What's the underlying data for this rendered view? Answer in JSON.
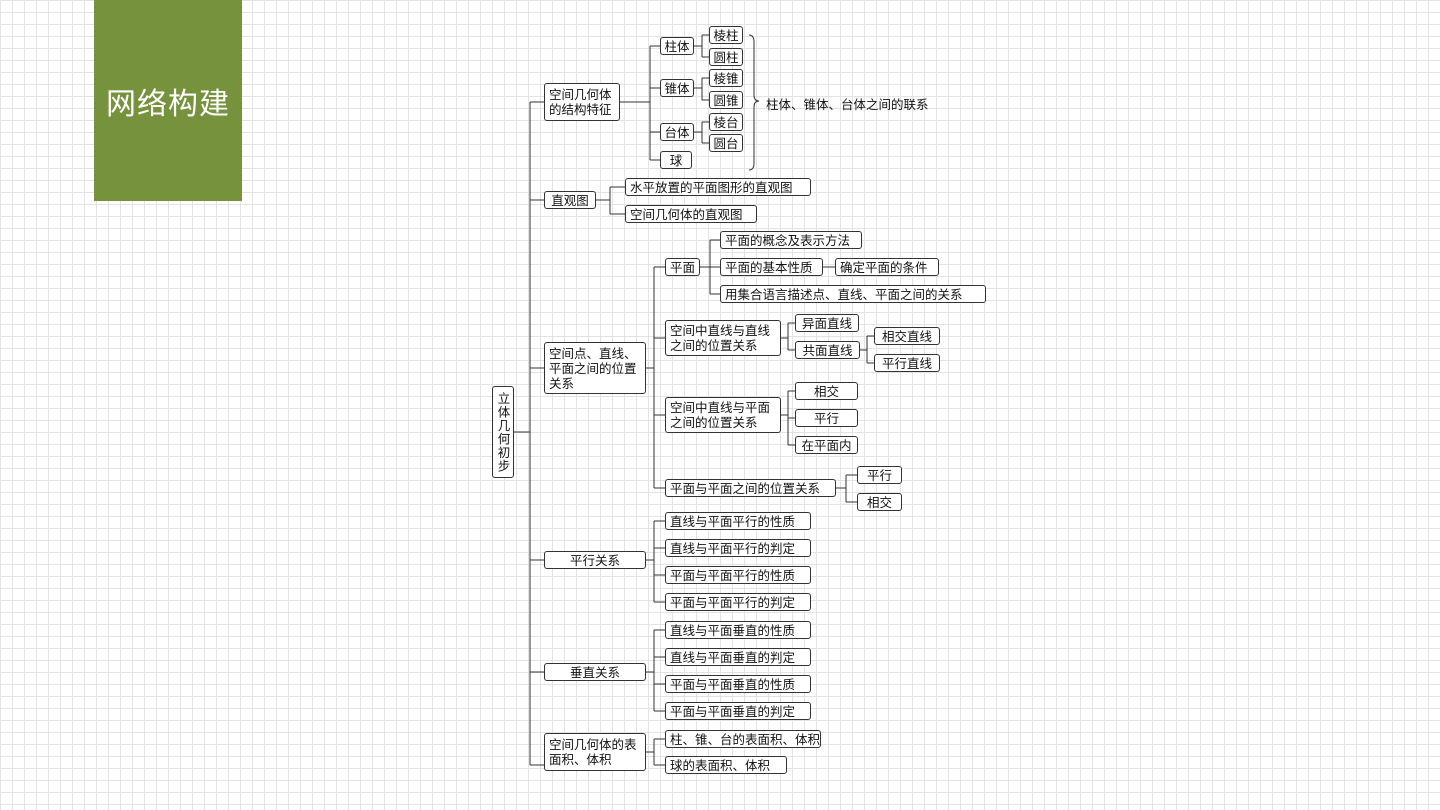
{
  "header": {
    "title": "网络构建"
  },
  "root": {
    "label": "立体几何初步"
  },
  "structure": {
    "label": "空间几何体的结构特征",
    "pillar": "柱体",
    "prism": "棱柱",
    "cylinder": "圆柱",
    "cone_group": "锥体",
    "pyramid": "棱锥",
    "cone": "圆锥",
    "frustum_group": "台体",
    "frustum_prism": "棱台",
    "frustum_cone": "圆台",
    "sphere": "球",
    "brace_note": "柱体、锥体、台体之间的联系"
  },
  "intuitive": {
    "label": "直观图",
    "items": [
      "水平放置的平面图形的直观图",
      "空间几何体的直观图"
    ]
  },
  "relations": {
    "label": "空间点、直线、平面之间的位置关系",
    "plane": {
      "label": "平面",
      "concept": "平面的概念及表示方法",
      "basic": "平面的基本性质",
      "determine": "确定平面的条件",
      "set_lang": "用集合语言描述点、直线、平面之间的关系"
    },
    "line_line": {
      "label": "空间中直线与直线之间的位置关系",
      "skew": "异面直线",
      "coplanar": "共面直线",
      "intersect": "相交直线",
      "parallel": "平行直线"
    },
    "line_plane": {
      "label": "空间中直线与平面之间的位置关系",
      "intersect": "相交",
      "parallel": "平行",
      "in_plane": "在平面内"
    },
    "plane_plane": {
      "label": "平面与平面之间的位置关系",
      "parallel": "平行",
      "intersect": "相交"
    }
  },
  "parallel": {
    "label": "平行关系",
    "items": [
      "直线与平面平行的性质",
      "直线与平面平行的判定",
      "平面与平面平行的性质",
      "平面与平面平行的判定"
    ]
  },
  "perpendicular": {
    "label": "垂直关系",
    "items": [
      "直线与平面垂直的性质",
      "直线与平面垂直的判定",
      "平面与平面垂直的性质",
      "平面与平面垂直的判定"
    ]
  },
  "area_volume": {
    "label": "空间几何体的表面积、体积",
    "items": [
      "柱、锥、台的表面积、体积",
      "球的表面积、体积"
    ]
  }
}
